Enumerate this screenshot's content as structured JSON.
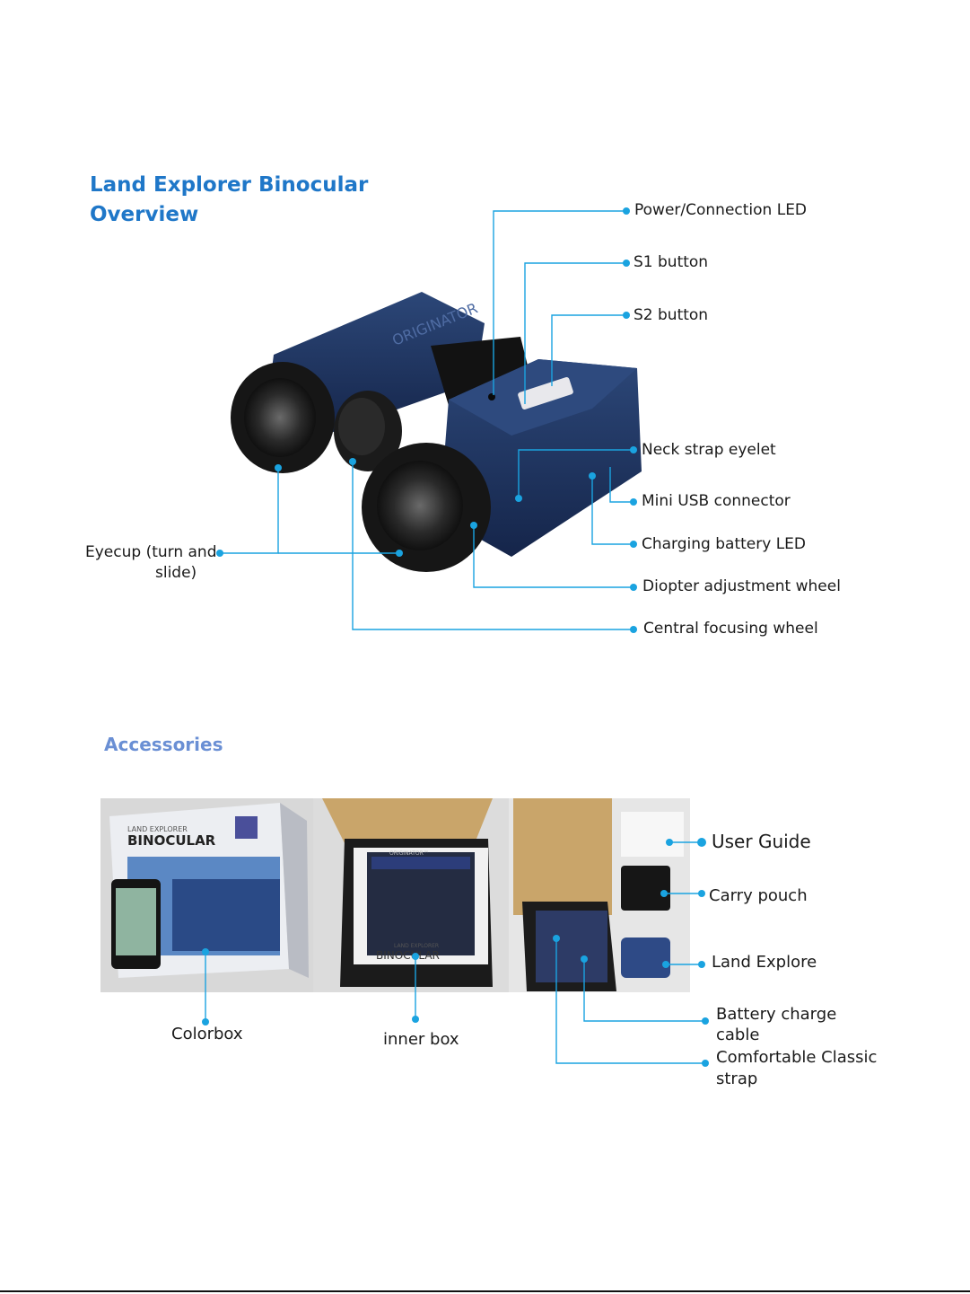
{
  "overview": {
    "title_line1": "Land Explorer Binocular",
    "title_line2": "Overview",
    "callouts": {
      "power_led": "Power/Connection LED",
      "s1": "S1 button",
      "s2": "S2 button",
      "neck": "Neck strap eyelet",
      "usb": "Mini USB connector",
      "charging": "Charging battery LED",
      "diopter": "Diopter adjustment wheel",
      "central": "Central focusing wheel",
      "eyecup_line1": "Eyecup  (turn and",
      "eyecup_line2": "slide)"
    },
    "binocular_brand": "ORIGINATOR"
  },
  "accessories": {
    "title": "Accessories",
    "colorbox_brand_small": "LAND EXPLORER",
    "colorbox_brand_big": "BINOCULAR",
    "innerbox_brand": "ORIGINATOR™",
    "innerbox_label_small": "LAND EXPLORER",
    "innerbox_label_big": "BINOCULAR",
    "labels": {
      "colorbox": "Colorbox",
      "inner_box": "inner box",
      "user_guide": "User Guide",
      "carry_pouch": "Carry pouch",
      "land_explore": "Land Explore",
      "battery_line1": "Battery charge",
      "battery_line2": "cable",
      "strap_line1": "Comfortable Classic",
      "strap_line2": "strap"
    }
  },
  "colors": {
    "accent": "#1f77c8",
    "leader_line": "#1aa3e0",
    "body_blue": "#1e3358",
    "rubber": "#1a1a1a",
    "accessories_title": "#6a8fd4"
  }
}
